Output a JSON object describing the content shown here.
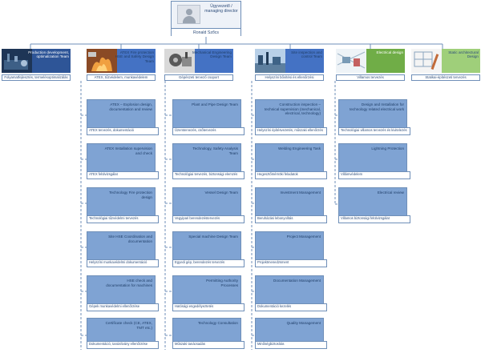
{
  "top": {
    "title": "Ügyvezető / managing director",
    "name": "Ronald Szőcs"
  },
  "colors": {
    "dark_blue": "#2e5597",
    "mid_blue": "#4472c4",
    "light_blue": "#7fa3d3",
    "green": "#70ad47",
    "light_green": "#9fcf7a",
    "line": "#6f8fb8"
  },
  "departments": [
    {
      "title": "Production development, optimalization Team",
      "label": "Folyamatfejlesztés, termelésoptimalizálás",
      "color": "#2e5597",
      "icon": "factory-photo"
    },
    {
      "title": "ATEX Fire protection HSE and Safety Design Team",
      "label": "ATEX, tűzvédelem, munkavédelem",
      "color": "#4472c4",
      "icon": "fire-photo"
    },
    {
      "title": "Mechanical Engineering Design Team",
      "label": "Gépészeti tervező csoport",
      "color": "#4472c4",
      "icon": "machine-photo"
    },
    {
      "title": "Site inspection and control Team",
      "label": "Helyszíni bővítési és ellenőrzési",
      "color": "#4472c4",
      "icon": "site-photo"
    },
    {
      "title": "Electrical design",
      "label": "Villamos tervezés",
      "color": "#70ad47",
      "icon": "electrical-photo"
    },
    {
      "title": "Static architectural Design",
      "label": "Statikai-építészeti tervezés",
      "color": "#9fcf7a",
      "icon": "blueprint-photo"
    }
  ],
  "columns": [
    {
      "teams": [
        {
          "title": "ATEX – Explosion design, documentation and review",
          "label": "ATEX tervezés, dokumentáció"
        },
        {
          "title": "ATEX Installation supervision and check",
          "label": "ATEX felülvizsgálat"
        },
        {
          "title": "Technology Fire protection design",
          "label": "Technológiai tűzvédelmi tervezés"
        },
        {
          "title": "Site HSE Coordination and documentation",
          "label": "Helyszíni munkavédelmi dokumentáció"
        },
        {
          "title": "HSE check and documentation for machines",
          "label": "Gépek munkavédelmi ellenőrzése"
        },
        {
          "title": "Certificate check (CE, ATEX, TMT etc.)",
          "label": "Dokumentáció, tanúsítvány ellenőrzése"
        }
      ]
    },
    {
      "teams": [
        {
          "title": "Plant and Pipe Design Team",
          "label": "Üzemtervezés, csőtervezés"
        },
        {
          "title": "Technology, Safety Analysis Team",
          "label": "Technológiai tervezés, biztonsági elemzés"
        },
        {
          "title": "Vessel Design Team",
          "label": "Vegyipari berendezéstervezés"
        },
        {
          "title": "Special machine Design Team",
          "label": "Egyedi gép, berendezés tervezés"
        },
        {
          "title": "Permitting Authority Processes",
          "label": "Hatósági engedélyeztetés"
        },
        {
          "title": "Technology Consultation",
          "label": "Műszaki tanácsadás"
        }
      ]
    },
    {
      "teams": [
        {
          "title": "Construction inspection – technical supervision (mechanical, electrical, technology)",
          "label": "Helyszíni építésvezetés, műszaki ellenőrzés"
        },
        {
          "title": "Welding Engineering Task",
          "label": "Hegesztőmérnöki feladatok"
        },
        {
          "title": "Investment Management",
          "label": "Beruházási lebonyolítás"
        },
        {
          "title": "Project Management",
          "label": "Projektmenedzsment"
        },
        {
          "title": "Documentation Management",
          "label": "Dokumentáció kezelés"
        },
        {
          "title": "Quality Management",
          "label": "Minőségbiztosítás"
        }
      ]
    },
    {
      "teams": [
        {
          "title": "Design and Installation for technology related electrical work",
          "label": "Technológiai villamos tervezés és kivitelezés"
        },
        {
          "title": "Lightning Protection",
          "label": "Villámvédelem"
        },
        {
          "title": "Electrical review",
          "label": "Villamos biztonsági felülvizsgálat"
        }
      ]
    }
  ]
}
